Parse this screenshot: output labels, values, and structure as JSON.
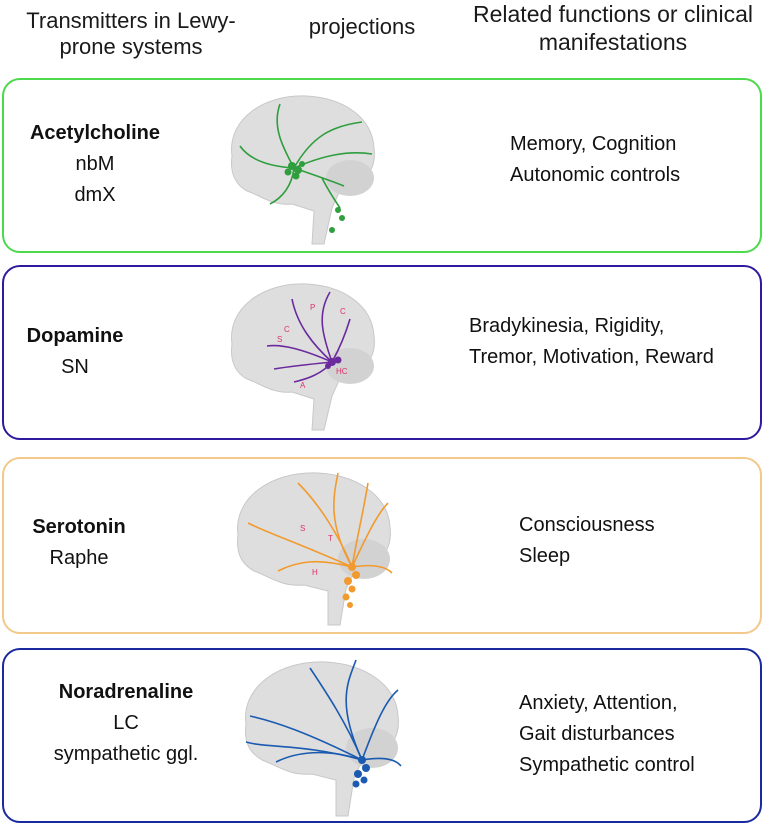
{
  "headers": {
    "transmitters": "Transmitters in Lewy-prone systems",
    "projections": "projections",
    "functions": "Related functions or clinical manifestations"
  },
  "systems": [
    {
      "name": "Acetylcholine",
      "sites": [
        "nbM",
        "dmX"
      ],
      "functions": [
        "Memory, Cognition",
        "Autonomic controls"
      ],
      "color": "#2e9e3e",
      "border": "#4cd94c",
      "labels": []
    },
    {
      "name": "Dopamine",
      "sites": [
        "SN"
      ],
      "functions": [
        "Bradykinesia, Rigidity,",
        "Tremor, Motivation, Reward"
      ],
      "color": "#6a2a9e",
      "border": "#2e1a9e",
      "labels": [
        "C",
        "S",
        "P",
        "C",
        "A",
        "HC"
      ]
    },
    {
      "name": "Serotonin",
      "sites": [
        "Raphe"
      ],
      "functions": [
        "Consciousness",
        "Sleep"
      ],
      "color": "#f29a2e",
      "border": "#f2c98a",
      "labels": [
        "S",
        "T",
        "H"
      ]
    },
    {
      "name": "Noradrenaline",
      "sites": [
        "LC",
        "sympathetic ggl."
      ],
      "functions": [
        "Anxiety, Attention,",
        "Gait disturbances",
        "Sympathetic control"
      ],
      "color": "#1a5ab0",
      "border": "#1a2a9e",
      "labels": []
    }
  ]
}
